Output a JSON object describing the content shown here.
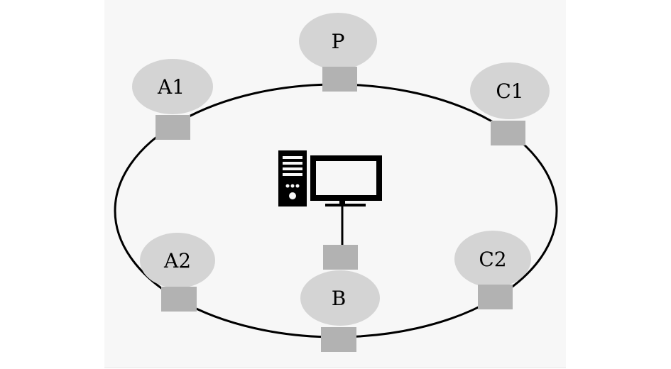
{
  "diagram": {
    "colors": {
      "panel_background": "#f7f7f7",
      "ring_stroke": "#000000",
      "node_fill": "#d4d4d4",
      "connector_fill": "#b2b2b2",
      "computer_fill": "#000000"
    },
    "center_icon": "computer-icon",
    "nodes": [
      {
        "id": "P",
        "label": "P"
      },
      {
        "id": "A1",
        "label": "A1"
      },
      {
        "id": "C1",
        "label": "C1"
      },
      {
        "id": "A2",
        "label": "A2"
      },
      {
        "id": "B",
        "label": "B"
      },
      {
        "id": "C2",
        "label": "C2"
      }
    ]
  }
}
